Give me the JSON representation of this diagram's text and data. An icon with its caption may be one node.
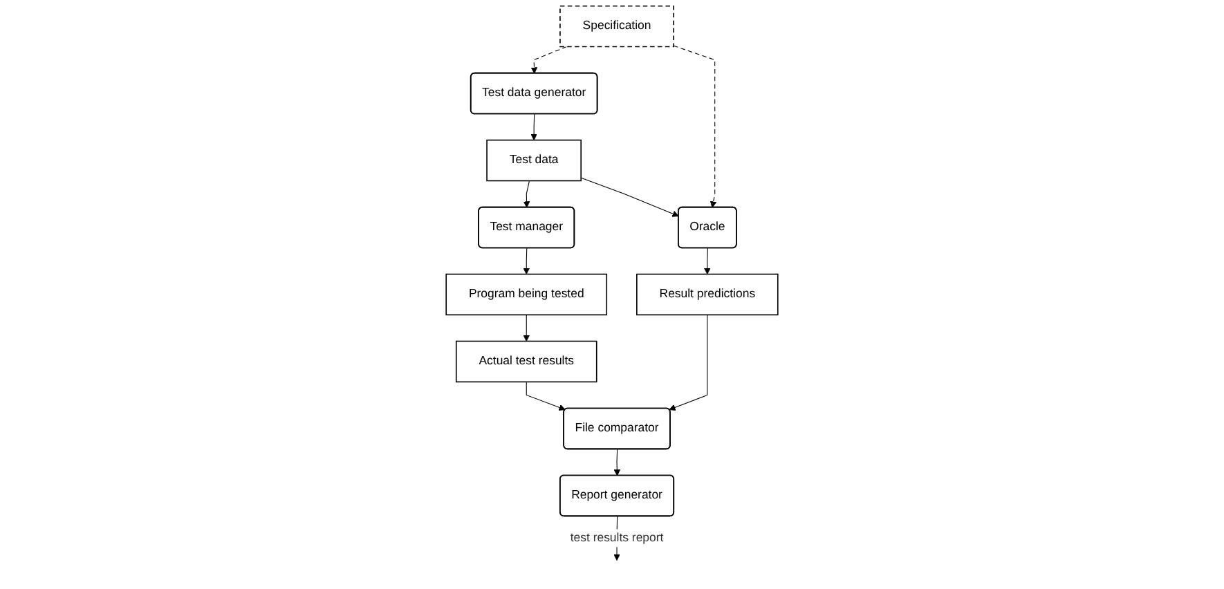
{
  "diagram": {
    "nodes": [
      {
        "text": [
          "Test data generator"
        ]
      },
      {
        "text": [
          "Specification"
        ]
      },
      {
        "text": [
          "Test manager"
        ]
      },
      {
        "text": [
          "Test data"
        ]
      },
      {
        "text": [
          "Oracle"
        ]
      },
      {
        "text": [
          "Program being tested"
        ]
      },
      {
        "text": [
          "Actual test results"
        ]
      },
      {
        "text": [
          "Result predictions"
        ]
      },
      {
        "text": [
          "File comparator"
        ]
      },
      {
        "text": [
          "Report generator"
        ]
      }
    ],
    "edges": [
      {
        "from": 1,
        "to": 0,
        "arrow": "to",
        "style": "dashed"
      },
      {
        "from": 1,
        "to": 4,
        "arrow": "to",
        "style": "dashed"
      },
      {
        "from": 0,
        "to": 3,
        "arrow": "to"
      },
      {
        "from": 3,
        "to": 2,
        "arrow": "to"
      },
      {
        "from": 3,
        "to": 4,
        "arrow": "to"
      },
      {
        "from": 2,
        "to": 5,
        "arrow": "to"
      },
      {
        "from": 5,
        "to": 6,
        "arrow": "to"
      },
      {
        "from": 4,
        "to": 7,
        "arrow": "to"
      },
      {
        "from": 6,
        "to": 8,
        "arrow": "to"
      },
      {
        "from": 7,
        "to": 8,
        "arrow": "to"
      },
      {
        "from": 8,
        "to": 9,
        "arrow": "to"
      },
      {
        "from": 9,
        "to": null,
        "arrow": "to",
        "label": "test results report"
      }
    ]
  }
}
